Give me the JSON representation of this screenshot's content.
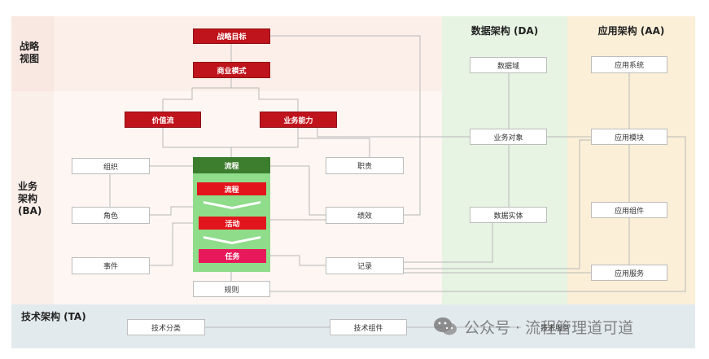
{
  "regions": {
    "strategy": "战略\n视图",
    "business": "业务\n架构\n(BA)",
    "tech": "技术架构 (TA)"
  },
  "columns": {
    "data_arch": "数据架构 (DA)",
    "app_arch": "应用架构 (AA)"
  },
  "ba": {
    "strategy_goal": "战略目标",
    "business_model": "商业模式",
    "value_stream": "价值流",
    "capability": "业务能力",
    "org": "组织",
    "role": "角色",
    "event": "事件",
    "duty": "职责",
    "performance": "绩效",
    "record": "记录",
    "rule": "规则",
    "process_header": "流程",
    "process_inner": "流程",
    "activity": "活动",
    "task": "任务"
  },
  "da": {
    "domain": "数据域",
    "object": "业务对象",
    "entity": "数据实体"
  },
  "aa": {
    "system": "应用系统",
    "module": "应用模块",
    "component": "应用组件",
    "service": "应用服务"
  },
  "ta": {
    "category": "技术分类",
    "component": "技术组件",
    "service": "技术服务"
  },
  "watermark": {
    "text": "公众号 · 流程管理道可道"
  },
  "colors": {
    "strategy_bg": "#fcefe9",
    "business_bg": "#fdf6f2",
    "data_bg": "#e7f3e3",
    "app_bg": "#fbefd8",
    "tech_bg": "#e3eaee",
    "red": "#c0141c",
    "process_green": "#3d7d2e",
    "process_body": "#8fdc8a",
    "activity_red": "#e3151c",
    "task_pink": "#e8195a"
  }
}
